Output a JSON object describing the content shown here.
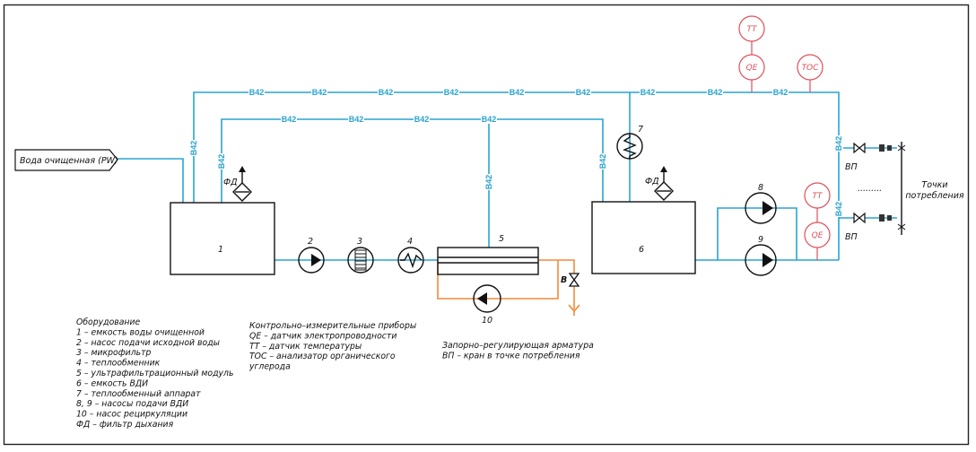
{
  "pipe_label": "В42",
  "colors": {
    "pipe": "#2aa3d0",
    "instrument": "#e0505a",
    "recirculation": "#f08a3a",
    "equipment": "#111111"
  },
  "input_label": "Вода очищенная (PW)",
  "equipment_numbers": {
    "tank1": "1",
    "pump2": "2",
    "filter3": "3",
    "hx4": "4",
    "uf5": "5",
    "tank6": "6",
    "hx7": "7",
    "pump8": "8",
    "pump9": "9",
    "pump10": "10"
  },
  "breather_label": "ФД",
  "drain_valve_label": "В",
  "instruments": {
    "tt": "TT",
    "qe": "QE",
    "toc": "TOC"
  },
  "tap_label": "ВП",
  "dots": ".........",
  "consumption": [
    "Точки",
    "потребления"
  ],
  "legend_equipment": [
    "Оборудование",
    "1 – емкость воды очищенной",
    "2 – насос подачи исходной воды",
    "3 – микрофильтр",
    "4 – теплообменник",
    "5 – ультрафильтрационный модуль",
    "6 – емкость ВДИ",
    "7 – теплообменный аппарат",
    "8, 9 – насосы подачи ВДИ",
    "10 – насос рециркуляции",
    "ФД – фильтр дыхания"
  ],
  "legend_instruments": [
    "Контрольно–измерительные приборы",
    "QE – датчик электропроводности",
    "TT – датчик температуры",
    "TOC – анализатор органического",
    "углерода"
  ],
  "legend_valves": [
    "Запорно–регулирующая арматура",
    "ВП – кран в точке потребления"
  ]
}
